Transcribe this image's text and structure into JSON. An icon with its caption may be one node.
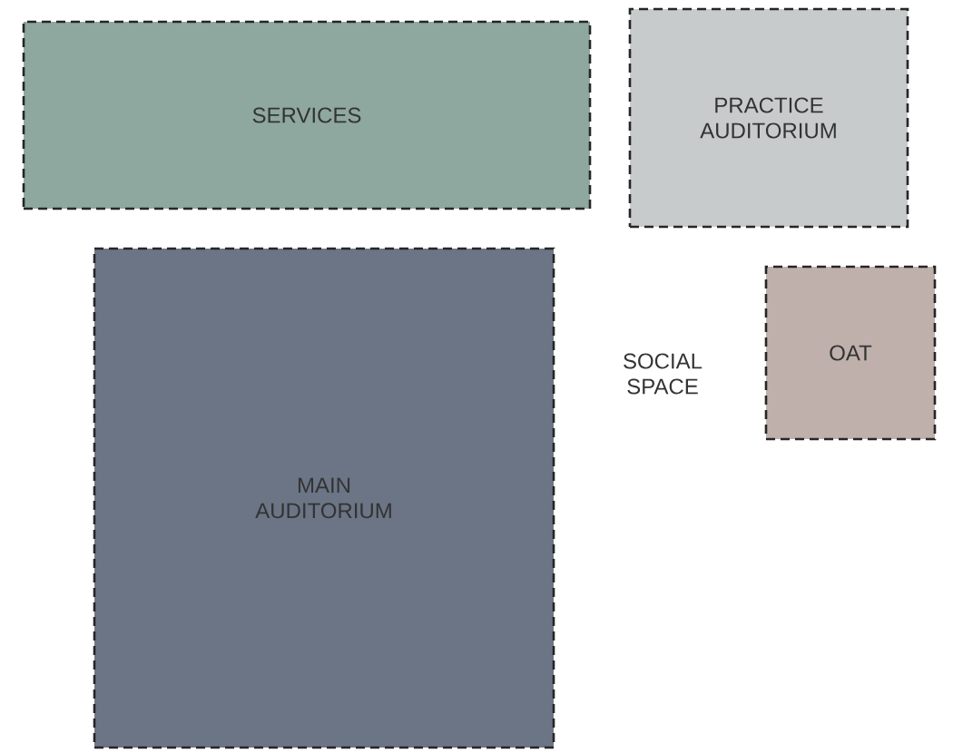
{
  "diagram": {
    "nodes": [
      {
        "text": [
          "SERVICES"
        ]
      },
      {
        "text": [
          "PRACTICE AUDITORIUM"
        ]
      },
      {
        "text": [
          "OAT"
        ]
      },
      {
        "text": [
          "MAIN AUDITORIUM"
        ]
      }
    ],
    "labels": [
      "SOCIAL SPACE"
    ]
  }
}
